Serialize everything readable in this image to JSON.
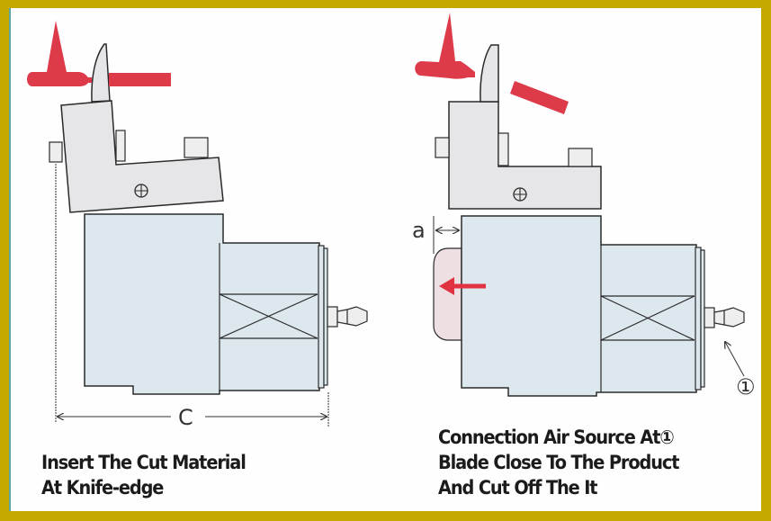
{
  "figure": {
    "border_color": "#c5a800",
    "accent_red": "#dd3a4a",
    "body_fill": "#dde8ee",
    "bracket_fill": "#e6e6e8"
  },
  "left_panel": {
    "dimension_label": "C",
    "caption_lines": [
      "Insert The Cut Material",
      "At Knife-edge"
    ]
  },
  "right_panel": {
    "dimension_label": "a",
    "port_marker": "①",
    "caption_lines": [
      "Connection Air Source At①",
      "Blade Close To The Product",
      "And Cut Off The It"
    ]
  }
}
